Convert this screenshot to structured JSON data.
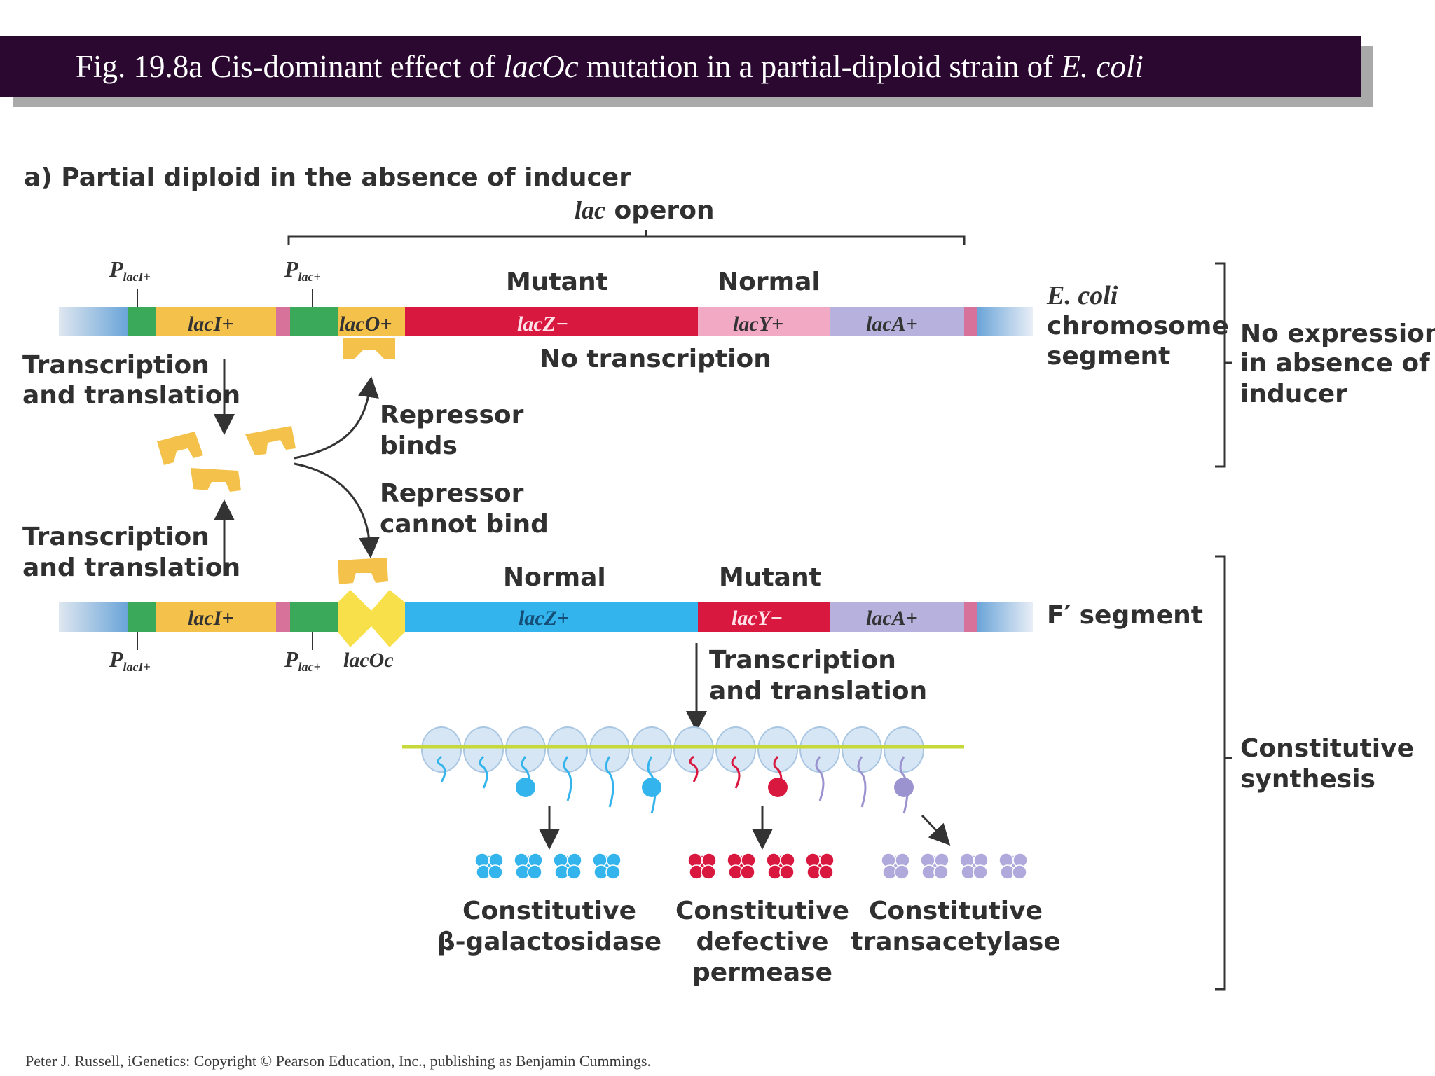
{
  "title": {
    "prefix": "Fig. 19.8a  Cis-dominant effect of ",
    "lacOc": "lacOc",
    "middle": " mutation in a partial-diploid strain of ",
    "ecoli": "E. coli"
  },
  "panel_label": "a) Partial diploid in the absence of inducer",
  "operon": {
    "italic": "lac",
    "word": " operon"
  },
  "chromosome": {
    "p_laci": "P",
    "p_laci_sub": "lacI+",
    "p_lac": "P",
    "p_lac_sub": "lac+",
    "laci": "lacI+",
    "laco": "lacO+",
    "lacz": "lacZ−",
    "lacy": "lacY+",
    "laca": "lacA+",
    "mutant": "Mutant",
    "normal": "Normal",
    "no_transcription": "No transcription",
    "side1": "E. coli",
    "side2": "chromosome",
    "side3": "segment"
  },
  "f_segment": {
    "laci": "lacI+",
    "lacz": "lacZ+",
    "lacy": "lacY−",
    "laca": "lacA+",
    "normal": "Normal",
    "mutant": "Mutant",
    "p_laci": "P",
    "p_laci_sub": "lacI+",
    "p_lac": "P",
    "p_lac_sub": "lac+",
    "laco": "lacOc",
    "side": "F′ segment"
  },
  "labels": {
    "transcription_translation_1a": "Transcription",
    "transcription_translation_1b": "and translation",
    "transcription_translation_2a": "Transcription",
    "transcription_translation_2b": "and translation",
    "transcription_translation_3a": "Transcription",
    "transcription_translation_3b": "and translation",
    "repressor_binds_a": "Repressor",
    "repressor_binds_b": "binds",
    "repressor_cannot_a": "Repressor",
    "repressor_cannot_b": "cannot bind"
  },
  "products": {
    "galactosidase_a": "Constitutive",
    "galactosidase_b": "β-galactosidase",
    "permease_a": "Constitutive",
    "permease_b": "defective",
    "permease_c": "permease",
    "transacetylase_a": "Constitutive",
    "transacetylase_b": "transacetylase"
  },
  "brackets": {
    "no_expr_a": "No expression",
    "no_expr_b": "in absence of",
    "no_expr_c": "inducer",
    "const_a": "Constitutive",
    "const_b": "synthesis"
  },
  "footer": "Peter J. Russell, iGenetics: Copyright © Pearson Education, Inc., publishing as Benjamin Cummings.",
  "colors": {
    "title_bg": "#2a0830",
    "laci": "#f4c24a",
    "promoter": "#3aaa5a",
    "lacz_mutant": "#d9183f",
    "lacz_normal": "#33b4ec",
    "lacy_normal": "#f1a9c4",
    "lacy_mutant": "#d9183f",
    "laca": "#b7b1dd",
    "repressor": "#f4c24a"
  }
}
